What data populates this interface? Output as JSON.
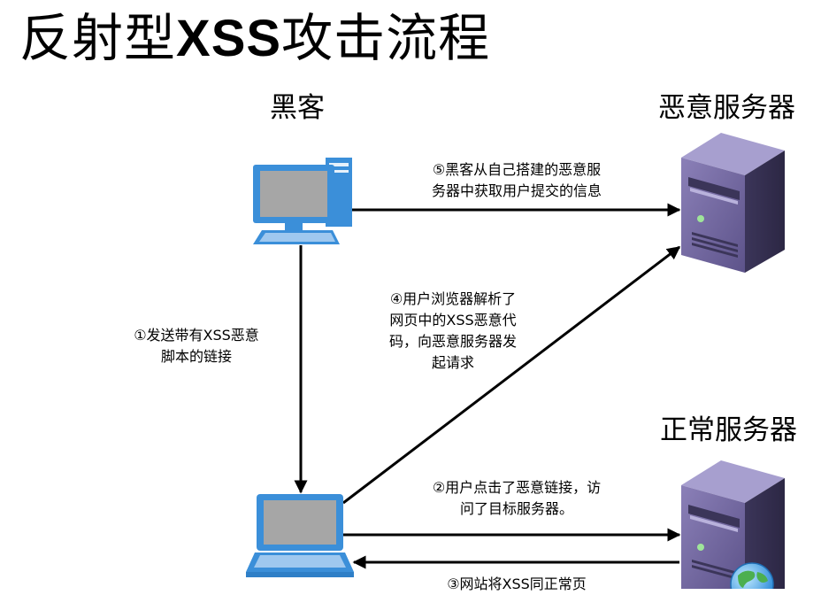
{
  "title": {
    "prefix": "反射型",
    "bold": "XSS",
    "suffix": "攻击流程"
  },
  "nodes": {
    "hacker": "黑客",
    "malicious_server": "恶意服务器",
    "normal_server": "正常服务器"
  },
  "steps": {
    "step1": "①发送带有XSS恶意\n脚本的链接",
    "step2": "②用户点击了恶意链接，访\n问了目标服务器。",
    "step3": "③网站将XSS同正常页",
    "step4": "④用户浏览器解析了\n网页中的XSS恶意代\n码，向恶意服务器发\n起请求",
    "step5": "⑤黑客从自己搭建的恶意服\n务器中获取用户提交的信息"
  },
  "colors": {
    "monitor_frame": "#3b8fd9",
    "screen": "#a6a6a6",
    "server_body": "#4f4674",
    "server_front": "#6a5f99",
    "arrow": "#000000"
  },
  "icons": [
    "desktop-computer-icon",
    "laptop-icon",
    "server-icon",
    "globe-icon"
  ]
}
